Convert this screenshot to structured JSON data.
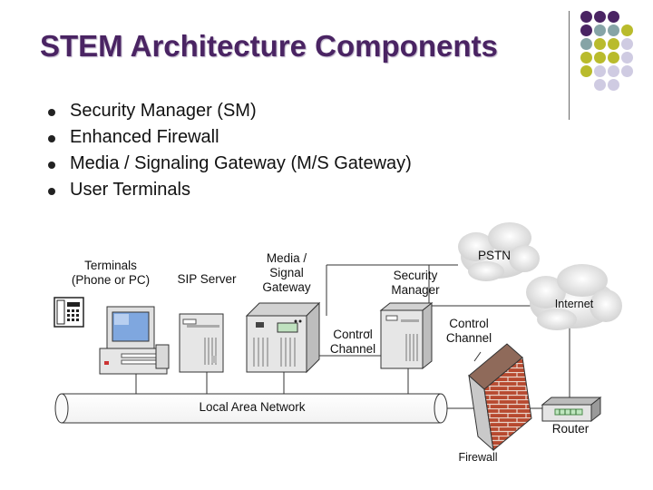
{
  "slide": {
    "title": "STEM Architecture Components",
    "bullets": [
      "Security Manager (SM)",
      "Enhanced Firewall",
      "Media / Signaling Gateway (M/S Gateway)",
      "User Terminals"
    ]
  },
  "diagram": {
    "terminals_label": "Terminals\n(Phone or PC)",
    "sip_label": "SIP Server",
    "gateway_label": "Media /\nSignal\nGateway",
    "security_manager_label": "Security\nManager",
    "pstn_label": "PSTN",
    "internet_label": "Internet",
    "control_channel_1": "Control\nChannel",
    "control_channel_2": "Control\nChannel",
    "lan_label": "Local Area Network",
    "router_label": "Router",
    "firewall_label": "Firewall"
  },
  "colors": {
    "title": "#4a2463",
    "dot_purple": "#4a2463",
    "dot_teal": "#86a4a6",
    "dot_olive": "#b9bb2c",
    "dot_lavender": "#cfcbe2",
    "brick": "#b7492f"
  }
}
